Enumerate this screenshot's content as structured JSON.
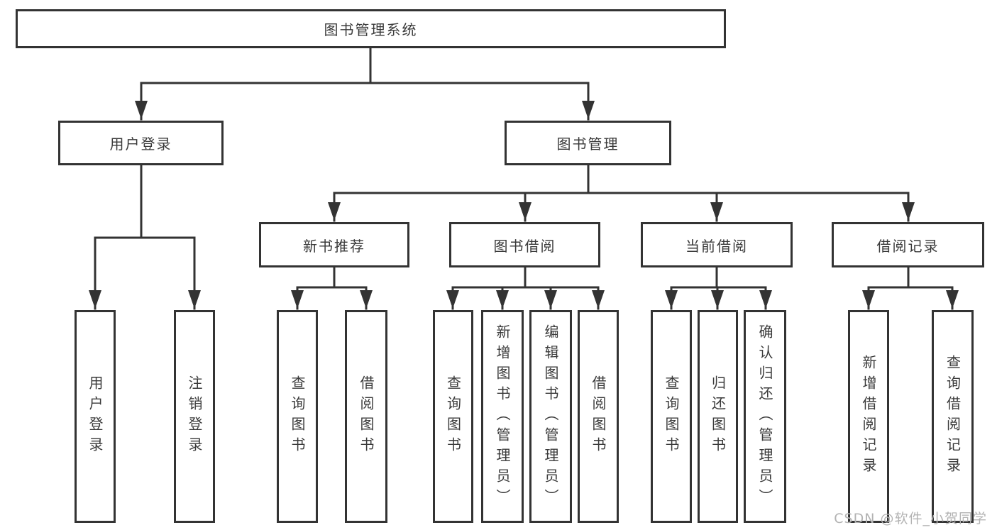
{
  "diagram": {
    "root": {
      "label": "图书管理系统"
    },
    "level2": [
      {
        "label": "用户登录"
      },
      {
        "label": "图书管理"
      }
    ],
    "level3": [
      {
        "label": "新书推荐"
      },
      {
        "label": "图书借阅"
      },
      {
        "label": "当前借阅"
      },
      {
        "label": "借阅记录"
      }
    ],
    "leaves": {
      "user_login": [
        "用户登录",
        "注销登录"
      ],
      "new_book": [
        "查询图书",
        "借阅图书"
      ],
      "book_borrow": [
        "查询图书",
        "新增图书（管理员）",
        "编辑图书（管理员）",
        "借阅图书"
      ],
      "current_borrow": [
        "查询图书",
        "归还图书",
        "确认归还（管理员）"
      ],
      "borrow_record": [
        "新增借阅记录",
        "查询借阅记录"
      ]
    }
  },
  "watermark": "CSDN @软件_小贺同学",
  "colors": {
    "line": "#333333",
    "box_border": "#333333",
    "text": "#3a3a3a",
    "watermark": "#b3b3b3",
    "background": "#ffffff"
  }
}
